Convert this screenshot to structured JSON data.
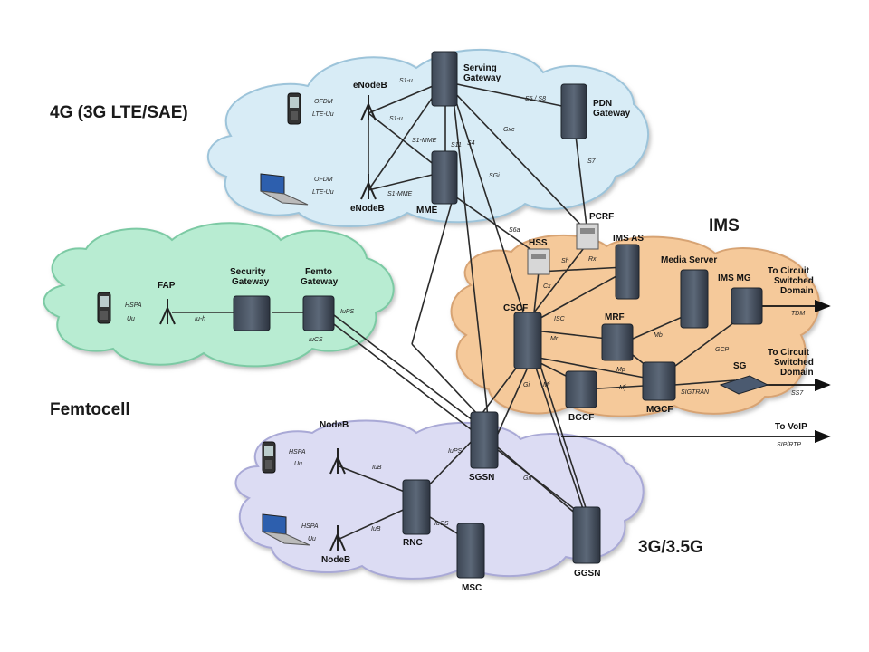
{
  "regions": {
    "lte": "4G (3G LTE/SAE)",
    "ims": "IMS",
    "femto": "Femtocell",
    "umts": "3G/3.5G"
  },
  "nodes": {
    "enodeb_top": "eNodeB",
    "enodeb_bottom": "eNodeB",
    "serving_gateway": [
      "Serving",
      "Gateway"
    ],
    "pdn_gateway": [
      "PDN",
      "Gateway"
    ],
    "mme": "MME",
    "pcrf": "PCRF",
    "hss": "HSS",
    "ims_as": "IMS AS",
    "media_server": "Media Server",
    "ims_mg": "IMS MG",
    "cscf": "CSCF",
    "mrf": "MRF",
    "bgcf": "BGCF",
    "mgcf": "MGCF",
    "sg": "SG",
    "fap": "FAP",
    "security_gateway": [
      "Security",
      "Gateway"
    ],
    "femto_gateway": [
      "Femto",
      "Gateway"
    ],
    "nodeb_top": "NodeB",
    "nodeb_bottom": "NodeB",
    "rnc": "RNC",
    "sgsn": "SGSN",
    "msc": "MSC",
    "ggsn": "GGSN"
  },
  "external": {
    "circuit1": [
      "To Circuit",
      "Switched",
      "Domain"
    ],
    "circuit2": [
      "To Circuit",
      "Switched",
      "Domain"
    ],
    "voip": "To VoIP",
    "tdm": "TDM",
    "ss7": "SS7",
    "sip_rtp": "SIP/RTP"
  },
  "interfaces": {
    "ofdm1": "OFDM",
    "lte_uu1": "LTE-Uu",
    "ofdm2": "OFDM",
    "lte_uu2": "LTE-Uu",
    "s1u_a": "S1-u",
    "s1u_b": "S1-u",
    "s1mme_a": "S1-MME",
    "s1mme_b": "S1-MME",
    "s11": "S11",
    "s4": "S4",
    "s5s8": "S5 / S8",
    "gxc": "Gxc",
    "sgi": "SGi",
    "s7": "S7",
    "s6a": "S6a",
    "sh": "Sh",
    "rx": "Rx",
    "cx": "Cx",
    "isc": "ISC",
    "mr": "Mr",
    "mb": "Mb",
    "mp": "Mp",
    "gcp": "GCP",
    "gi": "Gi",
    "mi": "Mi",
    "mj": "Mj",
    "sigtran": "SIGTRAN",
    "hspa_femto": "HSPA",
    "uu_femto": "Uu",
    "iuh": "Iu-h",
    "iups_femto": "IuPS",
    "iucs_femto": "IuCS",
    "hspa1": "HSPA",
    "uu1": "Uu",
    "hspa2": "HSPA",
    "uu2": "Uu",
    "iub1": "IuB",
    "iub2": "IuB",
    "iups": "IuPS",
    "iucs": "IuCS",
    "gn": "Gn"
  }
}
